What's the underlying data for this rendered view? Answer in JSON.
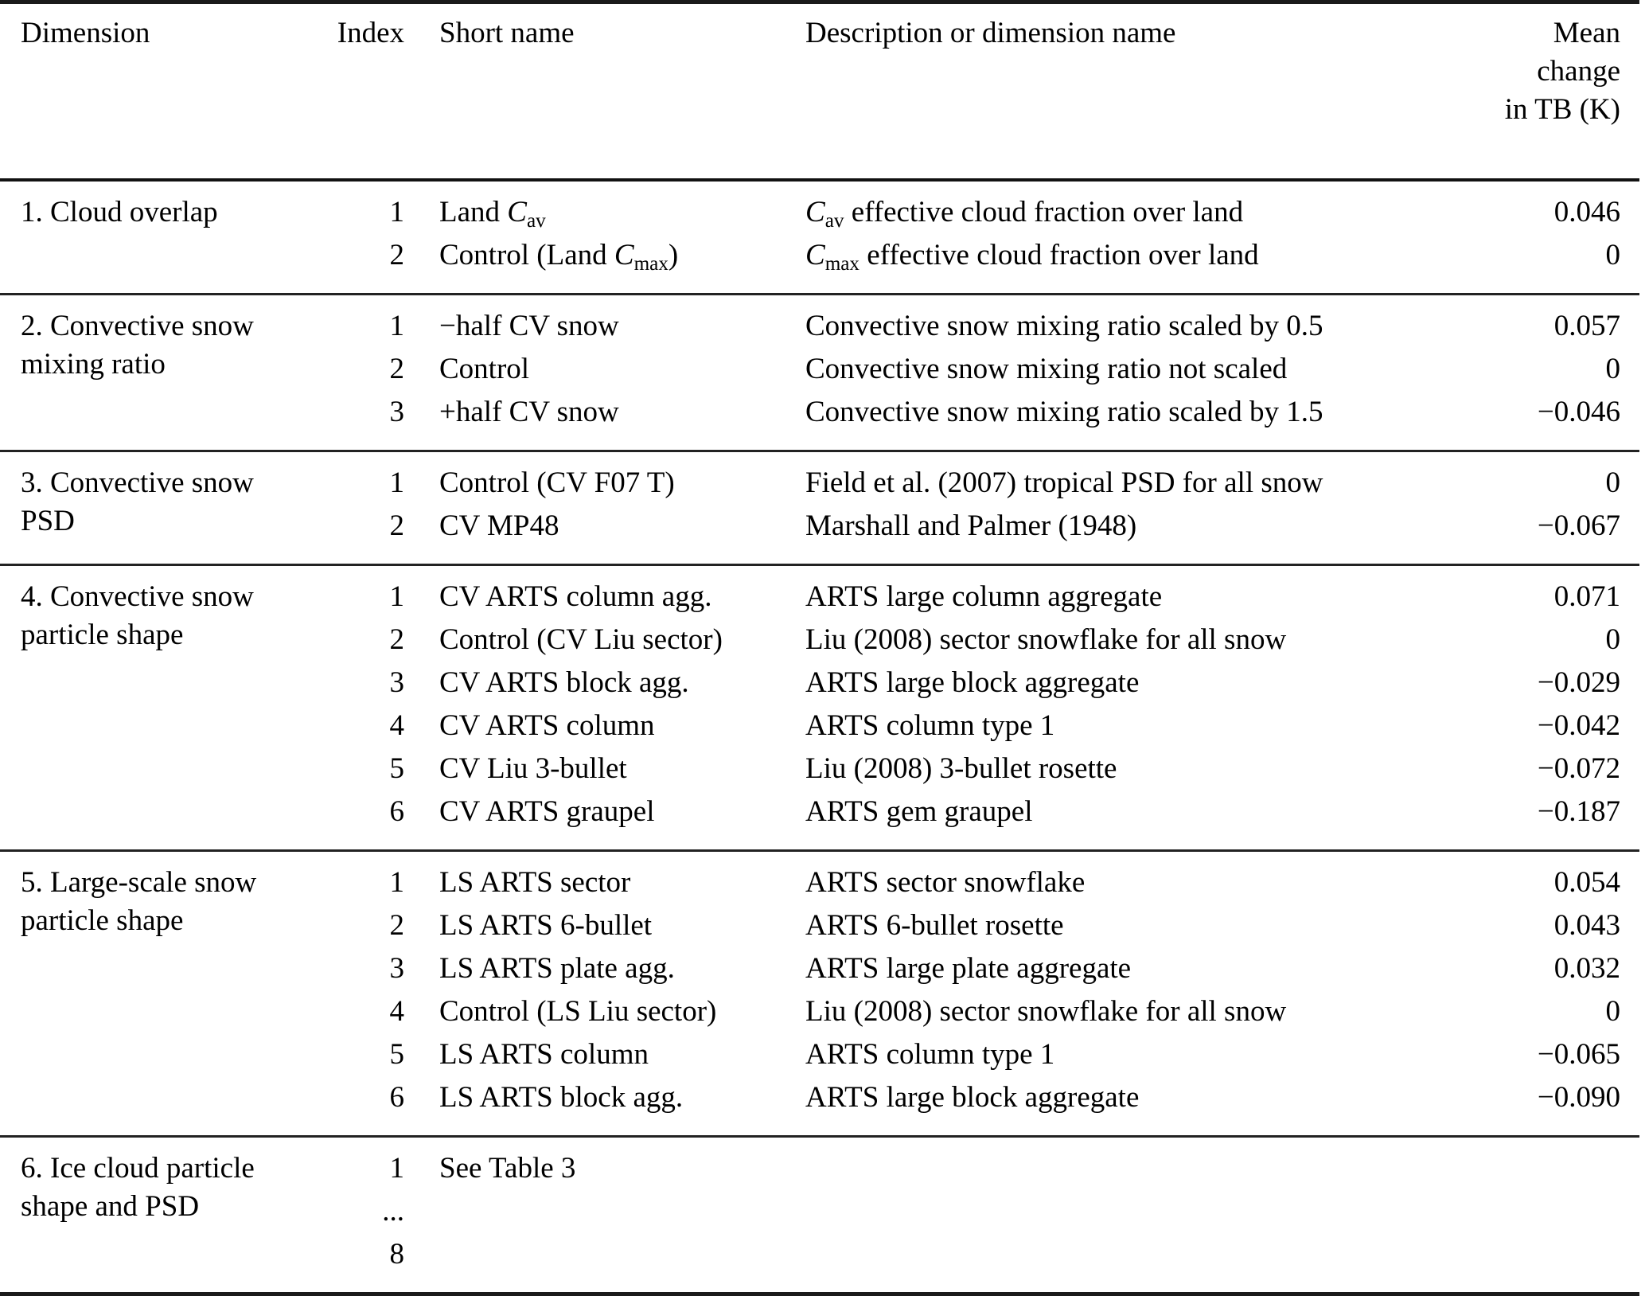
{
  "table": {
    "columns": [
      {
        "key": "dimension",
        "label": "Dimension",
        "align": "left"
      },
      {
        "key": "index",
        "label": "Index",
        "align": "right"
      },
      {
        "key": "short_name",
        "label": "Short name",
        "align": "left"
      },
      {
        "key": "description",
        "label": "Description or dimension name",
        "align": "left"
      },
      {
        "key": "mean_change",
        "label_line1": "Mean change",
        "label_line2": "in TB (K)",
        "align": "right"
      }
    ],
    "sections": [
      {
        "dimension_line1": "1. Cloud overlap",
        "dimension_line2": "",
        "rows": [
          {
            "index": "1",
            "short_name_html": "Land <i class=\"mathvar\">C</i><sub>av</sub>",
            "short_name": "Land Cav",
            "description_html": "<i class=\"mathvar\">C</i><sub>av</sub> effective cloud fraction over land",
            "description": "Cav effective cloud fraction over land",
            "mean_change": "0.046"
          },
          {
            "index": "2",
            "short_name_html": "Control (Land <i class=\"mathvar\">C</i><sub>max</sub>)",
            "short_name": "Control (Land Cmax)",
            "description_html": "<i class=\"mathvar\">C</i><sub>max</sub> effective cloud fraction over land",
            "description": "Cmax effective cloud fraction over land",
            "mean_change": "0"
          }
        ]
      },
      {
        "dimension_line1": "2. Convective snow",
        "dimension_line2": "mixing ratio",
        "rows": [
          {
            "index": "1",
            "short_name_html": "−half CV snow",
            "short_name": "−half CV snow",
            "description_html": "Convective snow mixing ratio scaled by 0.5",
            "description": "Convective snow mixing ratio scaled by 0.5",
            "mean_change": "0.057"
          },
          {
            "index": "2",
            "short_name_html": "Control",
            "short_name": "Control",
            "description_html": "Convective snow mixing ratio not scaled",
            "description": "Convective snow mixing ratio not scaled",
            "mean_change": "0"
          },
          {
            "index": "3",
            "short_name_html": "+half CV snow",
            "short_name": "+half CV snow",
            "description_html": "Convective snow mixing ratio scaled by 1.5",
            "description": "Convective snow mixing ratio scaled by 1.5",
            "mean_change": "−0.046"
          }
        ]
      },
      {
        "dimension_line1": "3. Convective snow",
        "dimension_line2": "PSD",
        "rows": [
          {
            "index": "1",
            "short_name_html": "Control (CV F07 T)",
            "short_name": "Control (CV F07 T)",
            "description_html": "Field et al. (2007) tropical PSD for all snow",
            "description": "Field et al. (2007) tropical PSD for all snow",
            "mean_change": "0"
          },
          {
            "index": "2",
            "short_name_html": "CV MP48",
            "short_name": "CV MP48",
            "description_html": "Marshall and Palmer (1948)",
            "description": "Marshall and Palmer (1948)",
            "mean_change": "−0.067"
          }
        ]
      },
      {
        "dimension_line1": "4. Convective snow",
        "dimension_line2": "particle shape",
        "rows": [
          {
            "index": "1",
            "short_name_html": "CV ARTS column agg.",
            "short_name": "CV ARTS column agg.",
            "description_html": "ARTS large column aggregate",
            "description": "ARTS large column aggregate",
            "mean_change": "0.071"
          },
          {
            "index": "2",
            "short_name_html": "Control (CV Liu sector)",
            "short_name": "Control (CV Liu sector)",
            "description_html": "Liu (2008) sector snowflake for all snow",
            "description": "Liu (2008) sector snowflake for all snow",
            "mean_change": "0"
          },
          {
            "index": "3",
            "short_name_html": "CV ARTS block agg.",
            "short_name": "CV ARTS block agg.",
            "description_html": "ARTS large block aggregate",
            "description": "ARTS large block aggregate",
            "mean_change": "−0.029"
          },
          {
            "index": "4",
            "short_name_html": "CV ARTS column",
            "short_name": "CV ARTS column",
            "description_html": "ARTS column type 1",
            "description": "ARTS column type 1",
            "mean_change": "−0.042"
          },
          {
            "index": "5",
            "short_name_html": "CV Liu 3-bullet",
            "short_name": "CV Liu 3-bullet",
            "description_html": "Liu (2008) 3-bullet rosette",
            "description": "Liu (2008) 3-bullet rosette",
            "mean_change": "−0.072"
          },
          {
            "index": "6",
            "short_name_html": "CV ARTS graupel",
            "short_name": "CV ARTS graupel",
            "description_html": "ARTS gem graupel",
            "description": "ARTS gem graupel",
            "mean_change": "−0.187"
          }
        ]
      },
      {
        "dimension_line1": "5. Large-scale snow",
        "dimension_line2": "particle shape",
        "rows": [
          {
            "index": "1",
            "short_name_html": "LS ARTS sector",
            "short_name": "LS ARTS sector",
            "description_html": "ARTS sector snowflake",
            "description": "ARTS sector snowflake",
            "mean_change": "0.054"
          },
          {
            "index": "2",
            "short_name_html": "LS ARTS 6-bullet",
            "short_name": "LS ARTS 6-bullet",
            "description_html": "ARTS 6-bullet rosette",
            "description": "ARTS 6-bullet rosette",
            "mean_change": "0.043"
          },
          {
            "index": "3",
            "short_name_html": "LS ARTS plate agg.",
            "short_name": "LS ARTS plate agg.",
            "description_html": "ARTS large plate aggregate",
            "description": "ARTS large plate aggregate",
            "mean_change": "0.032"
          },
          {
            "index": "4",
            "short_name_html": "Control (LS Liu sector)",
            "short_name": "Control (LS Liu sector)",
            "description_html": "Liu (2008) sector snowflake for all snow",
            "description": "Liu (2008) sector snowflake for all snow",
            "mean_change": "0"
          },
          {
            "index": "5",
            "short_name_html": "LS ARTS column",
            "short_name": "LS ARTS column",
            "description_html": "ARTS column type 1",
            "description": "ARTS column type 1",
            "mean_change": "−0.065"
          },
          {
            "index": "6",
            "short_name_html": "LS ARTS block agg.",
            "short_name": "LS ARTS block agg.",
            "description_html": "ARTS large block aggregate",
            "description": "ARTS large block aggregate",
            "mean_change": "−0.090"
          }
        ]
      },
      {
        "dimension_line1": "6. Ice cloud particle",
        "dimension_line2": "shape and PSD",
        "rows": [
          {
            "index": "1",
            "short_name_html": "See Table 3",
            "short_name": "See Table 3",
            "description_html": "",
            "description": "",
            "mean_change": ""
          },
          {
            "index": "...",
            "short_name_html": "",
            "short_name": "",
            "description_html": "",
            "description": "",
            "mean_change": ""
          },
          {
            "index": "8",
            "short_name_html": "",
            "short_name": "",
            "description_html": "",
            "description": "",
            "mean_change": ""
          }
        ]
      }
    ]
  }
}
